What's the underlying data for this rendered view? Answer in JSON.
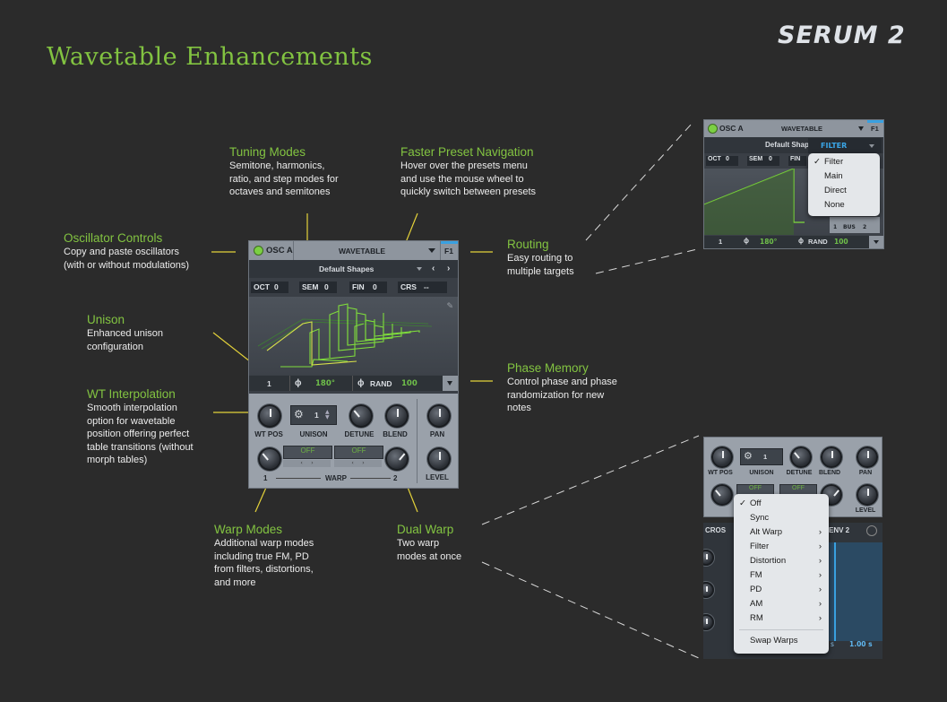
{
  "page": {
    "title": "Wavetable Enhancements",
    "logo": "SERUM 2"
  },
  "annotations": {
    "tuning": {
      "heading": "Tuning Modes",
      "body": [
        "Semitone, harmonics,",
        "ratio, and step modes for",
        "octaves and semitones"
      ]
    },
    "preset": {
      "heading": "Faster Preset Navigation",
      "body": [
        "Hover over the presets menu",
        "and use the mouse wheel to",
        "quickly switch between presets"
      ]
    },
    "osc": {
      "heading": "Oscillator Controls",
      "body": [
        "Copy and paste oscillators",
        "(with or without modulations)"
      ]
    },
    "routing": {
      "heading": "Routing",
      "body": [
        "Easy routing to",
        "multiple targets"
      ]
    },
    "unison": {
      "heading": "Unison",
      "body": [
        "Enhanced unison",
        "configuration"
      ]
    },
    "phase": {
      "heading": "Phase Memory",
      "body": [
        "Control phase and phase",
        "randomization for new",
        "notes"
      ]
    },
    "wt": {
      "heading": "WT Interpolation",
      "body": [
        "Smooth interpolation",
        "option for wavetable",
        "position offering perfect",
        "table transitions (without",
        "morph tables)"
      ]
    },
    "warp": {
      "heading": "Warp Modes",
      "body": [
        "Additional warp modes",
        "including true FM, PD",
        "from filters, distortions,",
        "and more"
      ]
    },
    "dual": {
      "heading": "Dual Warp",
      "body": [
        "Two warp",
        "modes at once"
      ]
    }
  },
  "osc": {
    "name": "OSC A",
    "type": "WAVETABLE",
    "filter_tab": "F1",
    "preset": "Default Shapes",
    "oct": {
      "label": "OCT",
      "value": "0"
    },
    "sem": {
      "label": "SEM",
      "value": "0"
    },
    "fin": {
      "label": "FIN",
      "value": "0"
    },
    "crs": {
      "label": "CRS",
      "value": "--"
    },
    "phase_val": "1",
    "phase_deg": "180°",
    "rand_label": "RAND",
    "rand_val": "100",
    "unison_val": "1",
    "knobs": {
      "wtpos": "WT POS",
      "unison": "UNISON",
      "detune": "DETUNE",
      "blend": "BLEND",
      "pan": "PAN",
      "level": "LEVEL"
    },
    "warp": {
      "label": "WARP",
      "a": "OFF",
      "b": "OFF",
      "one": "1",
      "two": "2"
    }
  },
  "routing_panel": {
    "name": "OSC A",
    "type": "WAVETABLE",
    "tab": "F1",
    "preset": "Default Shape",
    "dropdown_label": "FILTER",
    "oct": "OCT",
    "oct_v": "0",
    "sem": "SEM",
    "sem_v": "0",
    "fin": "FIN",
    "items": [
      "Filter",
      "Main",
      "Direct",
      "None"
    ],
    "bus": "BUS",
    "bus1": "1",
    "bus2": "2",
    "phase_val": "1",
    "phase_deg": "180°",
    "rand_label": "RAND",
    "rand_val": "100"
  },
  "warp_panel": {
    "knobs": {
      "wtpos": "WT POS",
      "unison": "UNISON",
      "detune": "DETUNE",
      "blend": "BLEND",
      "pan": "PAN",
      "level": "LEVEL"
    },
    "unison_val": "1",
    "off_a": "OFF",
    "off_b": "OFF",
    "cros": "CROS",
    "env": "ENV 2",
    "time": "1.00 s",
    "s": "s",
    "menu": [
      {
        "label": "Off",
        "checked": true,
        "sub": false
      },
      {
        "label": "Sync",
        "checked": false,
        "sub": false
      },
      {
        "label": "Alt Warp",
        "checked": false,
        "sub": true
      },
      {
        "label": "Filter",
        "checked": false,
        "sub": true
      },
      {
        "label": "Distortion",
        "checked": false,
        "sub": true
      },
      {
        "label": "FM",
        "checked": false,
        "sub": true
      },
      {
        "label": "PD",
        "checked": false,
        "sub": true
      },
      {
        "label": "AM",
        "checked": false,
        "sub": true
      },
      {
        "label": "RM",
        "checked": false,
        "sub": true
      }
    ],
    "swap": "Swap Warps"
  }
}
